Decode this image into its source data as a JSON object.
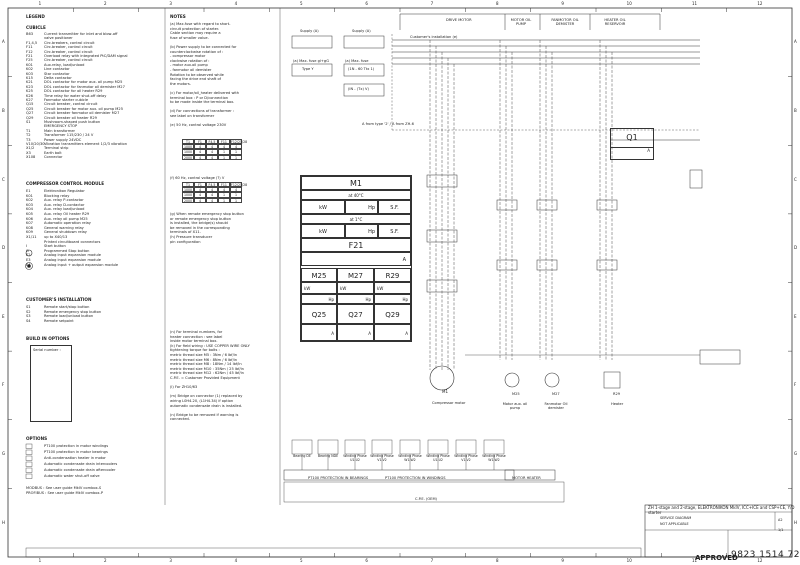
{
  "sections": {
    "legend": "LEGEND",
    "cubicle": "CUBICLE",
    "notes": "NOTES",
    "compressor_control_module": "COMPRESSOR CONTROL MODULE",
    "customers_installation": "CUSTOMER'S INSTALLATION",
    "build_in_options": "BUILD IN OPTIONS",
    "serial_number": "Serial number :",
    "options": "OPTIONS"
  },
  "cubicle_items": [
    {
      "code": "B63",
      "desc": "Current transmitter for inlet and blow-off"
    },
    {
      "code": "",
      "desc": "valve positioner"
    },
    {
      "code": "F1,4,5",
      "desc": "Circ.breakers, control circuit"
    },
    {
      "code": "F11",
      "desc": "Circ.breaker, control circuit"
    },
    {
      "code": "F12",
      "desc": "Circ.breaker, control circuit"
    },
    {
      "code": "F21",
      "desc": "Overload relay with integrated PtC/DAM signal"
    },
    {
      "code": "F25",
      "desc": "Circ.breaker, control circuit"
    },
    {
      "code": "K01",
      "desc": "Aux.relay, load/unload"
    },
    {
      "code": "K02",
      "desc": "Line contactor"
    },
    {
      "code": "K03",
      "desc": "Star contactor"
    },
    {
      "code": "K15",
      "desc": "Delta contactor"
    },
    {
      "code": "K21",
      "desc": "DOL contactor for motor aux. oil pump M25"
    },
    {
      "code": "K23",
      "desc": "DOL contactor for fanmotor oil demister M27"
    },
    {
      "code": "K25",
      "desc": "DOL contactor for oil heater R29"
    },
    {
      "code": "K26",
      "desc": "Time relay for water shut-off delay"
    },
    {
      "code": "K27",
      "desc": "Fanmotor starter cubicle"
    },
    {
      "code": "Q15",
      "desc": "Circuit breaker, control circuit"
    },
    {
      "code": "Q25",
      "desc": "Circuit breaker for motor aux. oil pump M25"
    },
    {
      "code": "Q27",
      "desc": "Circuit breaker fanmotor oil demister M27"
    },
    {
      "code": "Q29",
      "desc": "Circuit breaker oil heater R29"
    },
    {
      "code": "S1",
      "desc": "Mushroom-shaped push button"
    },
    {
      "code": "",
      "desc": "EMERGENCY STOP"
    },
    {
      "code": "T1",
      "desc": "Main transformer"
    },
    {
      "code": "T2",
      "desc": "Transformer 115/230 / 24 V"
    },
    {
      "code": "T3",
      "desc": "Power supply 24VDC"
    },
    {
      "code": "V10/20/30",
      "desc": "Vibration transmitters element 1/2/3 vibration"
    },
    {
      "code": "X1/2",
      "desc": "Terminal strip"
    },
    {
      "code": "X3",
      "desc": "Earth bolt"
    },
    {
      "code": "X108",
      "desc": "Connector"
    }
  ],
  "module_items": [
    {
      "code": "E1",
      "desc": "Elektronikon  Regulator"
    },
    {
      "code": "K01",
      "desc": "Blocking relay"
    },
    {
      "code": "K02",
      "desc": "Aux. relay P-contactor"
    },
    {
      "code": "K03",
      "desc": "Aux. relay D-contactor"
    },
    {
      "code": "K04",
      "desc": "Aux. relay load/unload"
    },
    {
      "code": "K05",
      "desc": "Aux. relay Oil heater R29"
    },
    {
      "code": "K06",
      "desc": "Aux. relay oil pump M25"
    },
    {
      "code": "K07",
      "desc": "Automatic operation relay"
    },
    {
      "code": "K08",
      "desc": "General warning relay"
    },
    {
      "code": "K09",
      "desc": "General shutdown relay"
    },
    {
      "code": "X1/11",
      "desc": "up to X40/13"
    },
    {
      "code": "",
      "desc": "Printed circuitboard connectors"
    },
    {
      "code": "I",
      "desc": "Start button"
    },
    {
      "code": "O",
      "desc": "Programmed Stop button"
    },
    {
      "code": "E2",
      "desc": "Analog input expansion module"
    },
    {
      "code": "E3",
      "desc": "Analog input expansion module"
    },
    {
      "code": "E4",
      "desc": "Analog input + output expansion module"
    }
  ],
  "customer_items": [
    {
      "code": "S1",
      "desc": "Remote start/stop button"
    },
    {
      "code": "S2",
      "desc": "Remote emergency stop button"
    },
    {
      "code": "S3",
      "desc": "Remote load/unload button"
    },
    {
      "code": "S4",
      "desc": "Remote setpoint"
    }
  ],
  "options_items": [
    {
      "code": "",
      "desc": "PT100 protection in motor windings"
    },
    {
      "code": "",
      "desc": "PT100 protection in motor bearings"
    },
    {
      "code": "",
      "desc": "Anti-condensation heater in motor"
    },
    {
      "code": "",
      "desc": "Automatic condensate drain intercoolers"
    },
    {
      "code": "",
      "desc": "Automatic condensate drain aftercooler"
    },
    {
      "code": "",
      "desc": "Automatic water shut-off valve"
    }
  ],
  "options_notes": [
    "MODBUS : See user guide MkIV combox-S",
    "PROFIBUS : See user guide MkIV combox-P"
  ],
  "notes_lines": [
    "(a) Max.fuse with regard to short-",
    "    circuit protection of starter.",
    "    Cable section may require a",
    "    fuse of smaller value.",
    "",
    "(b) Power supply to be connected for",
    "    counterclockwise rotation of :",
    "    - compressor motor",
    "    clockwise rotation of :",
    "    - motor aux.oil pump",
    "    - fanmotor oil demister",
    "    Rotation to be observed while",
    "    facing the drive end shaft of",
    "    the motors.",
    "",
    "(c) For motor/oil_heater delivered with",
    "    terminal box : P or D/connection",
    "    to be made inside the terminal box.",
    "",
    "(d) For connections of transformer :",
    "    see label on transformer",
    "",
    "(e) 50 Hz, control voltage 230V"
  ],
  "notes_lines_2": [
    "(g) When remote emergency stop button",
    "    or remote emergency stop button",
    "    is installed, the bridge(s) should",
    "    be removed in the corresponding",
    "    terminals of X11.",
    "(h) Pressure transducer",
    "    pin configuration"
  ],
  "notes_lines_3": [
    "(n) For terminal numbers, for",
    "    heater connection : see label",
    "    inside motor terminal box.",
    "(k) For field wiring : USE COPPER WIRE ONLY",
    "    tightening torque for bolts :",
    "    metric thread size M5 : 3Nm / 6 lbf/in",
    "    metric thread size M6 : 8Nm / 6 lbf/in",
    "    metric thread size M8 : 18Nm / 14 lbf/in",
    "    metric thread size M10 : 35Nm / 25 lbf/in",
    "    metric thread size M12 : 62Nm / 45 lbf/in",
    "    C.P.E. = Customer Provided Equipment",
    "",
    "(l) For ZH10/63",
    "",
    "(m) Bridge on connector (1) replaced by",
    "    wiring L0H4.20, (L1H4.34) if option",
    "    automatic condensate drain is installed.",
    "",
    "(n) Bridge to be removed if warning is",
    "    connected."
  ],
  "v_table_50": {
    "title": "(f) 60 Hz, control voltage (?) V",
    "headers": [
      "T1",
      "F1",
      "F4,5",
      "F11",
      "F12/25/28"
    ],
    "rows": [
      [
        "1000",
        "4",
        "4",
        "4",
        "4"
      ],
      [
        "1000",
        "4",
        "4",
        "1",
        "1"
      ],
      [
        "2000",
        "4",
        "4",
        "1",
        "1"
      ]
    ]
  },
  "supply_labels": {
    "supply_a": "Supply (A)",
    "supply_b": "Supply (A)",
    "max_fuse_a": "(a) Max. fuse gl+gG",
    "max_fuse_b": "(a) Max. fuse",
    "type_a": "Type  Y",
    "rating_b": "(1N - 60 Ttx 1)",
    "rating_c": "(IN - (Tx) V)"
  },
  "customers_installation_label": "Customer's installation (e)",
  "hold_note": "A from type '2' / A from ZH-6",
  "header_labels": {
    "drive_motor": "DRIVE MOTOR",
    "motor_oil_pump": "MOTOR OIL PUMP",
    "fanmotor_demister": "FANMOTOR OIL DEMISTER",
    "heater_reservoir": "HEATER OIL RESERVOIR"
  },
  "data_box": {
    "m1": "M1",
    "at_40c": "at 40°C",
    "at_1c": "at 1°C",
    "kw": "kW",
    "hp": "Hp",
    "sf": "S.F.",
    "a": "A",
    "f21": "F21",
    "m25": "M25",
    "m27": "M27",
    "r29": "R29",
    "q25": "Q25",
    "q27": "Q27",
    "q29": "Q29"
  },
  "q1_label": "Q1",
  "q1_a": "A",
  "components": {
    "m1_name": "M1",
    "compressor_motor": "Compressor motor",
    "m25_name": "M25",
    "motor_aux": "Motor aux. oil pump",
    "m27_name": "M27",
    "fanmotor": "Fanmotor Oil demister",
    "r29_name": "R29",
    "heater": "Heater"
  },
  "protection_labels": {
    "bearings": "PT100 PROTECTION IN BEARINGS",
    "windings": "PT100 PROTECTION IN WINDINGS",
    "motor_heater": "MOTOR HEATER",
    "cpe": "C.P.E. (OEM)"
  },
  "sensor_labels": [
    "Bearing DE",
    "Bearing NDE",
    "Winding Phase U1-U2",
    "Winding Phase V1-V2",
    "Winding Phase W1-W2",
    "Winding Phase U1-U2",
    "Winding Phase V1-V2",
    "Winding Phase W1-W2"
  ],
  "title_block": {
    "title": "ZH 1-stage and 2-stage, ELEKTRONIKON MkIV, ICC+ICE and CSP+CE, Y/D starter",
    "service_diagram": "SERVICE DIAGRAM",
    "not_applicable": "NOT APPLICABLE",
    "doc_number": "9823 1514 72",
    "approved": "APPROVED",
    "size": "A2",
    "sheet": "1/1"
  },
  "frame_numbers": [
    "1",
    "2",
    "3",
    "4",
    "5",
    "6",
    "7",
    "8",
    "9",
    "10",
    "11",
    "12"
  ],
  "frame_letters": [
    "A",
    "B",
    "C",
    "D",
    "E",
    "F",
    "G",
    "H"
  ],
  "colors": {
    "line": "#333333",
    "paper": "#ffffff",
    "ink": "#222222"
  }
}
